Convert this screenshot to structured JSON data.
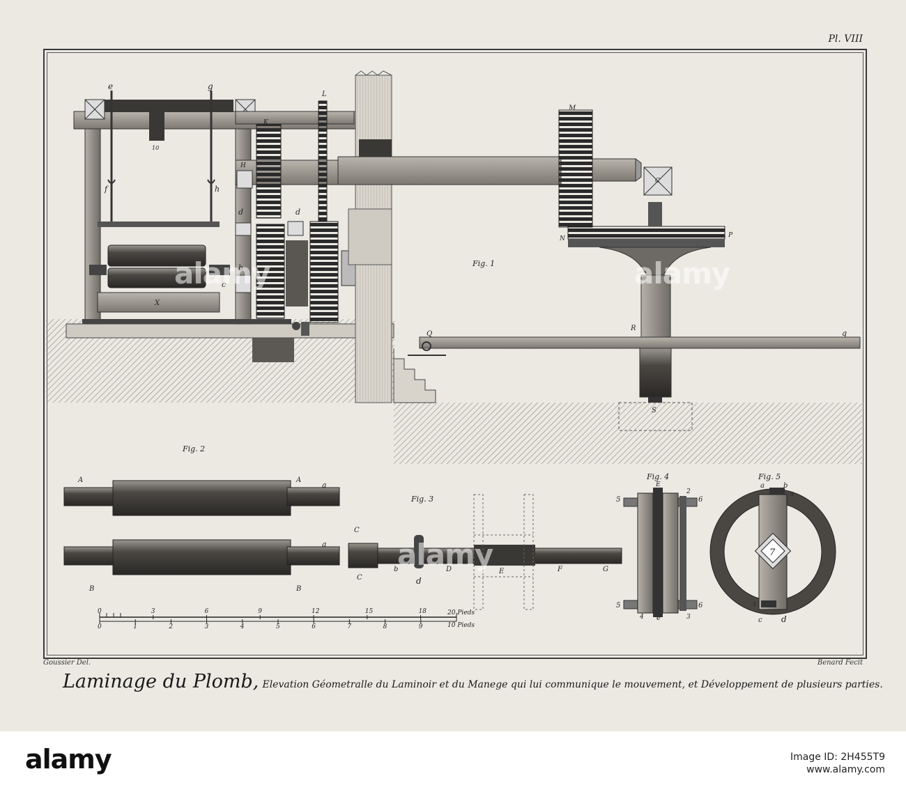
{
  "plate": {
    "plate_number": "Pl. VIII",
    "artist_left": "Goussier Del.",
    "artist_right": "Benard Fecit",
    "title": "Laminage du Plomb,",
    "subtitle": "Elevation Géometralle du Laminoir et du Manege qui lui communique le mouvement, et Développement de plusieurs parties."
  },
  "figures": {
    "fig1": "Fig. 1",
    "fig2": "Fig. 2",
    "fig3": "Fig. 3",
    "fig4": "Fig. 4",
    "fig5": "Fig. 5"
  },
  "scale": {
    "top_ticks": [
      "0",
      "3",
      "6",
      "9",
      "12",
      "15",
      "18"
    ],
    "top_unit": "20 Pieds",
    "bottom_ticks": [
      "0",
      "1",
      "2",
      "3",
      "4",
      "5",
      "6",
      "7",
      "8",
      "9"
    ],
    "bottom_unit": "10 Pieds"
  },
  "letters": {
    "e": "e",
    "g": "g",
    "f": "f",
    "h": "h",
    "ten": "10",
    "L": "L",
    "K": "K",
    "H": "H",
    "M": "M",
    "C": "C",
    "N": "N",
    "P": "P",
    "d": "d",
    "b": "b",
    "c": "c",
    "X": "X",
    "Q": "Q",
    "R": "R",
    "q": "q",
    "S": "S",
    "A": "A",
    "a": "a",
    "B": "B",
    "D": "D",
    "E": "E",
    "F": "F",
    "G": "G",
    "one": "1",
    "two": "2",
    "three": "3",
    "four": "4",
    "five": "5",
    "six": "6",
    "seven": "7"
  },
  "watermark": {
    "text": "alamy",
    "image_id": "Image ID: 2H455T9",
    "site": "www.alamy.com"
  }
}
